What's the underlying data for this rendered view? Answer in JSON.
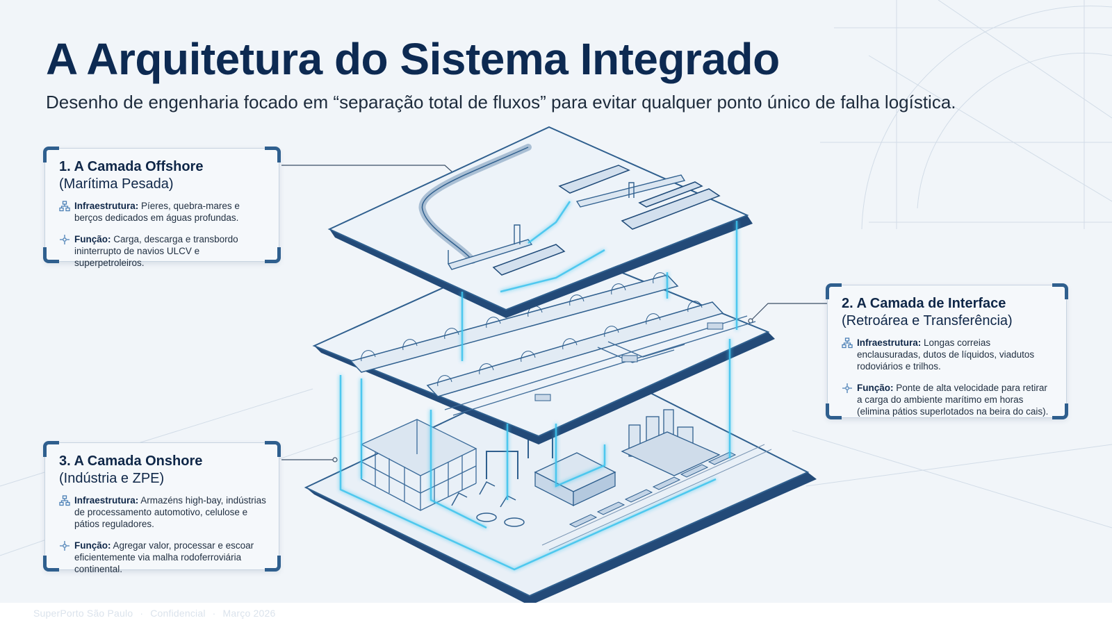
{
  "title": "A Arquitetura do Sistema Integrado",
  "subtitle": "Desenho de engenharia focado em “separação total de fluxos” para evitar qualquer ponto único de falha logística.",
  "colors": {
    "navy": "#0d2a52",
    "accent_cyan": "#3cc4ee",
    "blueprint_line": "#2f5f8e",
    "platform_fill": "#e9f0f7"
  },
  "cards": [
    {
      "heading": "1. A Camada Offshore",
      "heading_sub": "(Marítima Pesada)",
      "items": [
        {
          "icon": "network-icon",
          "label": "Infraestrutura:",
          "text": "Píeres, quebra-mares e berços dedicados em águas profundas."
        },
        {
          "icon": "flow-icon",
          "label": "Função:",
          "text": "Carga, descarga e transbordo ininterrupto de navios ULCV e superpetroleiros."
        }
      ]
    },
    {
      "heading": "2. A Camada de Interface",
      "heading_sub": "(Retroárea e Transferência)",
      "items": [
        {
          "icon": "network-icon",
          "label": "Infraestrutura:",
          "text": "Longas correias enclausuradas, dutos de líquidos, viadutos rodoviários e trilhos."
        },
        {
          "icon": "flow-icon",
          "label": "Função:",
          "text": "Ponte de alta velocidade para retirar a carga do ambiente marítimo em horas (elimina pátios superlotados na beira do cais)."
        }
      ]
    },
    {
      "heading": "3. A Camada Onshore",
      "heading_sub": "(Indústria e ZPE)",
      "items": [
        {
          "icon": "network-icon",
          "label": "Infraestrutura:",
          "text": "Armazéns high-bay, indústrias de processamento automotivo, celulose e pátios reguladores."
        },
        {
          "icon": "flow-icon",
          "label": "Função:",
          "text": "Agregar valor, processar e escoar eficientemente via malha rodoferroviária continental."
        }
      ]
    }
  ],
  "footer": {
    "company": "SuperPorto São Paulo",
    "classification": "Confidencial",
    "date": "Março 2026"
  }
}
